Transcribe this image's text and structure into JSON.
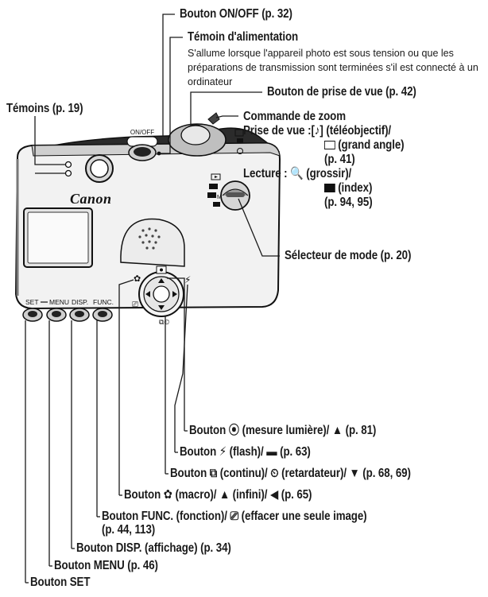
{
  "labels": {
    "on_off": "Bouton ON/OFF (p. 32)",
    "power_lamp": "Témoin d'alimentation",
    "power_lamp_desc": "S'allume lorsque l'appareil photo est sous tension ou que les préparations de transmission sont terminées s'il est connecté à un ordinateur",
    "shutter": "Bouton de prise de vue (p. 42)",
    "indicators": "Témoins (p. 19)",
    "zoom_title": "Commande de zoom",
    "zoom_line1": "Prise de vue :[♪] (téléobjectif)/",
    "zoom_line2": "(grand angle)",
    "zoom_line3": "(p. 41)",
    "zoom_line4": "Lecture : 🔍 (grossir)/",
    "zoom_line5": "(index)",
    "zoom_line6": "(p. 94, 95)",
    "mode_dial": "Sélecteur de mode (p. 20)",
    "metering": "Bouton ⦿ (mesure lumière)/ ▲ (p. 81)",
    "flash": "Bouton ⚡ (flash)/ ▬ (p. 63)",
    "continuous": "Bouton ⧉ (continu)/ ⏲ (retardateur)/ ▼ (p. 68, 69)",
    "macro": "Bouton ✿ (macro)/ ▲ (infini)/ ◀ (p. 65)",
    "func_line1": "Bouton FUNC. (fonction)/ ⎚ (effacer une seule image)",
    "func_line2": "(p. 44, 113)",
    "disp": "Bouton DISP. (affichage) (p. 34)",
    "menu": "Bouton MENU (p. 46)",
    "set": "Bouton SET"
  },
  "camera": {
    "brand": "Canon",
    "on_off_mark": "ON/OFF",
    "btn_set": "SET",
    "btn_menu": "MENU",
    "btn_disp": "DISP.",
    "btn_func": "FUNC."
  }
}
